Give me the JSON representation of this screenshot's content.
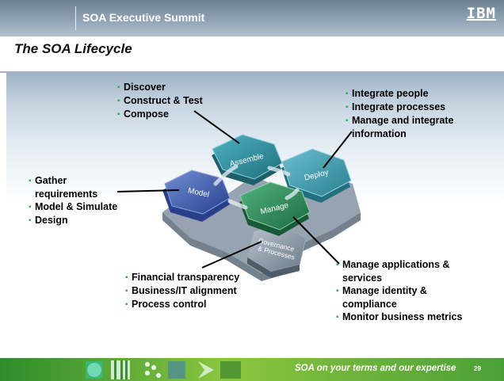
{
  "header": {
    "title": "SOA Executive Summit",
    "logo_text": "IBM"
  },
  "slide": {
    "title": "The SOA Lifecycle"
  },
  "hexes": {
    "assemble": "Assemble",
    "deploy": "Deploy",
    "model": "Model",
    "manage": "Manage",
    "governance_line1": "Governance",
    "governance_line2": "& Processes"
  },
  "annotations": {
    "assemble": [
      "Discover",
      "Construct & Test",
      "Compose"
    ],
    "deploy": [
      "Integrate people",
      "Integrate processes",
      "Manage and integrate",
      "information"
    ],
    "model": [
      "Gather",
      "requirements",
      "Model & Simulate",
      "Design"
    ],
    "governance": [
      "Financial transparency",
      "Business/IT alignment",
      "Process control"
    ],
    "manage": [
      "Manage applications &",
      "services",
      "Manage identity &",
      "compliance",
      "Monitor business metrics"
    ]
  },
  "footer": {
    "tagline": "SOA on your terms and our expertise",
    "page_number": "29"
  },
  "colors": {
    "header_blue": "#7d90a3",
    "assemble": "#2e8b9a",
    "deploy": "#3a96a8",
    "model": "#3a57a8",
    "manage": "#2f8a5c",
    "governance": "#7d8a97",
    "bullet": "#2fb24a",
    "footer_green": "#6fb33b"
  }
}
